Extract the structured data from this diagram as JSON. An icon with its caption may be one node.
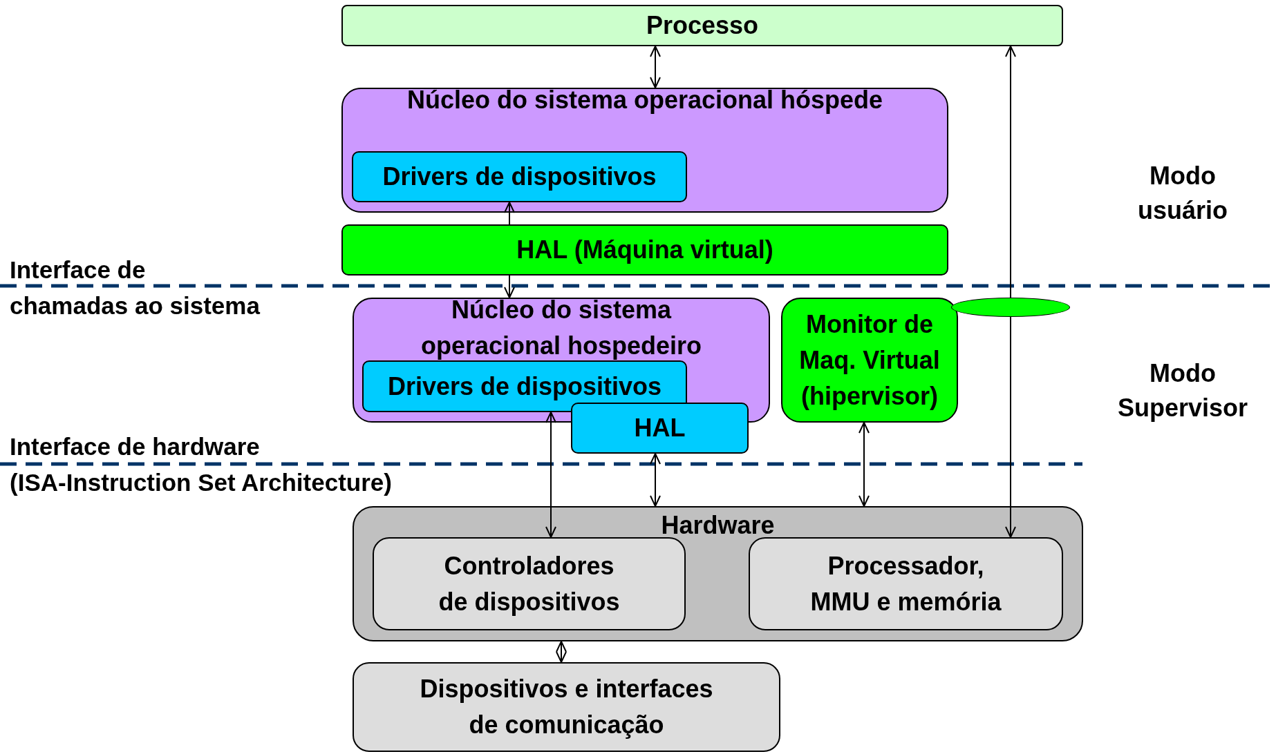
{
  "diagram": {
    "nodes": [
      {
        "text": [
          "Processo"
        ]
      },
      {
        "text": [
          "Núcleo do sistema operacional hóspede"
        ]
      },
      {
        "text": [
          "Drivers de dispositivos"
        ],
        "in": 1
      },
      {
        "text": [
          "HAL (Máquina virtual)"
        ]
      },
      {
        "text": [
          "Núcleo do sistema operacional hospedeiro"
        ]
      },
      {
        "text": [
          "Drivers de dispositivos"
        ],
        "in": 4
      },
      {
        "text": [
          "HAL"
        ]
      },
      {
        "text": [
          "Monitor de Maq. Virtual (hipervisor)"
        ]
      },
      {
        "text": [
          "Hardware"
        ]
      },
      {
        "text": [
          "Controladores de dispositivos"
        ],
        "in": 8
      },
      {
        "text": [
          "Processador, MMU e memória"
        ],
        "in": 8
      },
      {
        "text": [
          "Dispositivos e interfaces de comunicação"
        ]
      },
      {
        "text": [],
        "shape": "ellipse"
      }
    ],
    "edges": [
      {
        "from": 0,
        "to": 1,
        "arrow": "both"
      },
      {
        "from": 3,
        "to": 2,
        "arrow": "to"
      },
      {
        "from": 3,
        "to": 4,
        "arrow": "to"
      },
      {
        "from": 5,
        "to": 9,
        "arrow": "both"
      },
      {
        "from": 6,
        "to": 8,
        "arrow": "both"
      },
      {
        "from": 7,
        "to": 8,
        "arrow": "both"
      },
      {
        "from": 12,
        "to": 0,
        "arrow": "to"
      },
      {
        "from": 8,
        "to": 11,
        "arrow": "both"
      },
      {
        "from": 12,
        "to": 10,
        "arrow": "to"
      }
    ],
    "labels": [
      "Interface de",
      "chamadas ao sistema",
      "Interface de hardware",
      "(ISA-Instruction Set Architecture)",
      "Modo usuário",
      "Modo Supervisor"
    ]
  }
}
